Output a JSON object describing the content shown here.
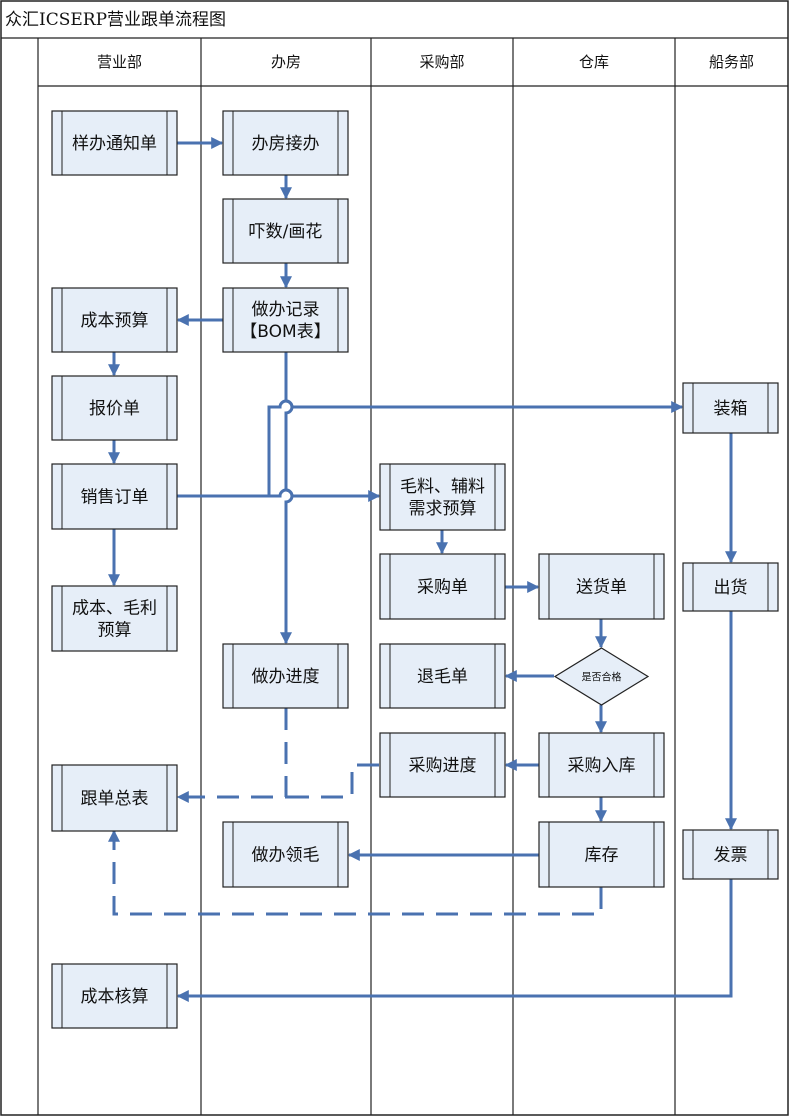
{
  "title": "众汇ICSERP营业跟单流程图",
  "lanes": [
    {
      "id": "sales",
      "label": "营业部"
    },
    {
      "id": "sample",
      "label": "办房"
    },
    {
      "id": "purchase",
      "label": "采购部"
    },
    {
      "id": "warehouse",
      "label": "仓库"
    },
    {
      "id": "shipping",
      "label": "船务部"
    }
  ],
  "nodes": {
    "sample_notice": {
      "lines": [
        "样办通知单"
      ]
    },
    "sample_receive": {
      "lines": [
        "办房接办"
      ]
    },
    "measure_draw": {
      "lines": [
        "吓数/画花"
      ]
    },
    "sample_record": {
      "lines": [
        "做办记录",
        "【BOM表】"
      ]
    },
    "cost_budget": {
      "lines": [
        "成本预算"
      ]
    },
    "quotation": {
      "lines": [
        "报价单"
      ]
    },
    "packing": {
      "lines": [
        "装箱"
      ]
    },
    "sales_order": {
      "lines": [
        "销售订单"
      ]
    },
    "material_budget": {
      "lines": [
        "毛料、辅料",
        "需求预算"
      ]
    },
    "purchase_order": {
      "lines": [
        "采购单"
      ]
    },
    "delivery_note": {
      "lines": [
        "送货单"
      ]
    },
    "profit_budget": {
      "lines": [
        "成本、毛利",
        "预算"
      ]
    },
    "shipment": {
      "lines": [
        "出货"
      ]
    },
    "sample_progress": {
      "lines": [
        "做办进度"
      ]
    },
    "return_note": {
      "lines": [
        "退毛单"
      ]
    },
    "qc_decision": {
      "lines": [
        "是否合格"
      ]
    },
    "tracking_summary": {
      "lines": [
        "跟单总表"
      ]
    },
    "purchase_progress": {
      "lines": [
        "采购进度"
      ]
    },
    "purchase_inbound": {
      "lines": [
        "采购入库"
      ]
    },
    "sample_material": {
      "lines": [
        "做办领毛"
      ]
    },
    "inventory": {
      "lines": [
        "库存"
      ]
    },
    "invoice": {
      "lines": [
        "发票"
      ]
    },
    "cost_accounting": {
      "lines": [
        "成本核算"
      ]
    }
  },
  "colors": {
    "node_fill": "#e6eef8",
    "connector": "#4a72b0",
    "line": "#222222",
    "background": "#ffffff"
  }
}
